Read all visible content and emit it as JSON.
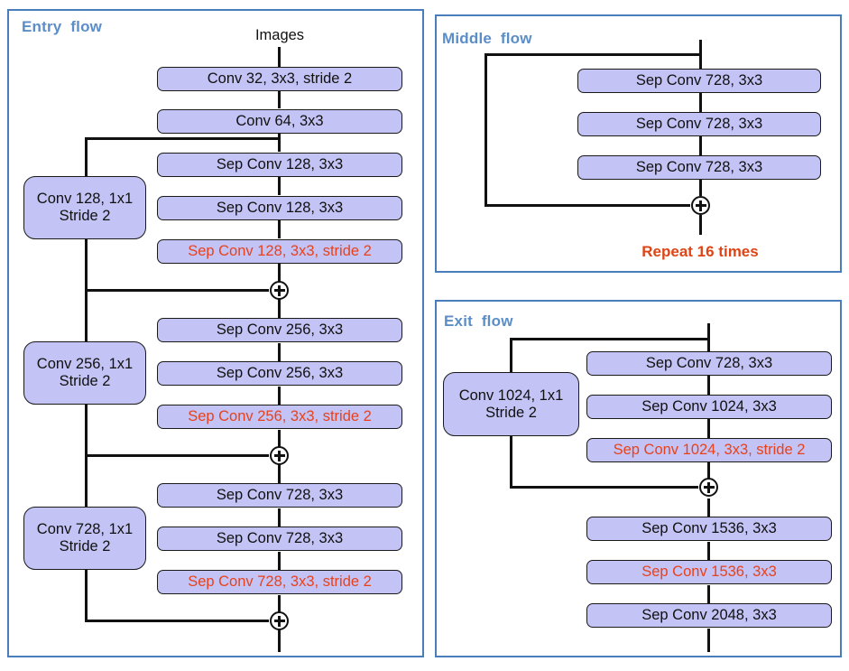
{
  "theme": {
    "panel_border": "#4a7ebb",
    "panel_title_color": "#5b8dc8",
    "box_fill": "#c3c3f5",
    "box_border": "#1a1a1a",
    "line_color": "#111111",
    "accent_red": "#e8421c",
    "caption_red": "#dd4416",
    "background": "#ffffff"
  },
  "entry_flow": {
    "title": "Entry  flow",
    "input_label": "Images",
    "boxes": [
      {
        "label": "Conv 32, 3x3, stride 2",
        "red": false
      },
      {
        "label": "Conv 64, 3x3",
        "red": false
      },
      {
        "label": "Sep Conv 128, 3x3",
        "red": false
      },
      {
        "label": "Sep Conv 128, 3x3",
        "red": false
      },
      {
        "label": "Sep Conv 128, 3x3, stride 2",
        "red": true
      },
      {
        "label": "Sep Conv 256, 3x3",
        "red": false
      },
      {
        "label": "Sep Conv 256, 3x3",
        "red": false
      },
      {
        "label": "Sep Conv 256, 3x3, stride 2",
        "red": true
      },
      {
        "label": "Sep Conv 728, 3x3",
        "red": false
      },
      {
        "label": "Sep Conv 728, 3x3",
        "red": false
      },
      {
        "label": "Sep Conv 728, 3x3, stride 2",
        "red": true
      }
    ],
    "skip_boxes": [
      {
        "line1": "Conv 128, 1x1",
        "line2": "Stride 2"
      },
      {
        "line1": "Conv 256, 1x1",
        "line2": "Stride 2"
      },
      {
        "line1": "Conv 728, 1x1",
        "line2": "Stride 2"
      }
    ],
    "merge_count": 3,
    "merge_symbol": "+"
  },
  "middle_flow": {
    "title": "Middle  flow",
    "boxes": [
      {
        "label": "Sep Conv 728, 3x3",
        "red": false
      },
      {
        "label": "Sep Conv 728, 3x3",
        "red": false
      },
      {
        "label": "Sep Conv 728, 3x3",
        "red": false
      }
    ],
    "caption": "Repeat 16 times",
    "merge_symbol": "+"
  },
  "exit_flow": {
    "title": "Exit  flow",
    "boxes": [
      {
        "label": "Sep Conv 728, 3x3",
        "red": false
      },
      {
        "label": "Sep Conv 1024, 3x3",
        "red": false
      },
      {
        "label": "Sep Conv 1024, 3x3, stride 2",
        "red": true
      },
      {
        "label": "Sep Conv 1536, 3x3",
        "red": false
      },
      {
        "label": "Sep Conv 1536, 3x3",
        "red": true
      },
      {
        "label": "Sep Conv 2048, 3x3",
        "red": false
      }
    ],
    "skip_boxes": [
      {
        "line1": "Conv 1024, 1x1",
        "line2": "Stride 2"
      }
    ],
    "merge_symbol": "+"
  }
}
